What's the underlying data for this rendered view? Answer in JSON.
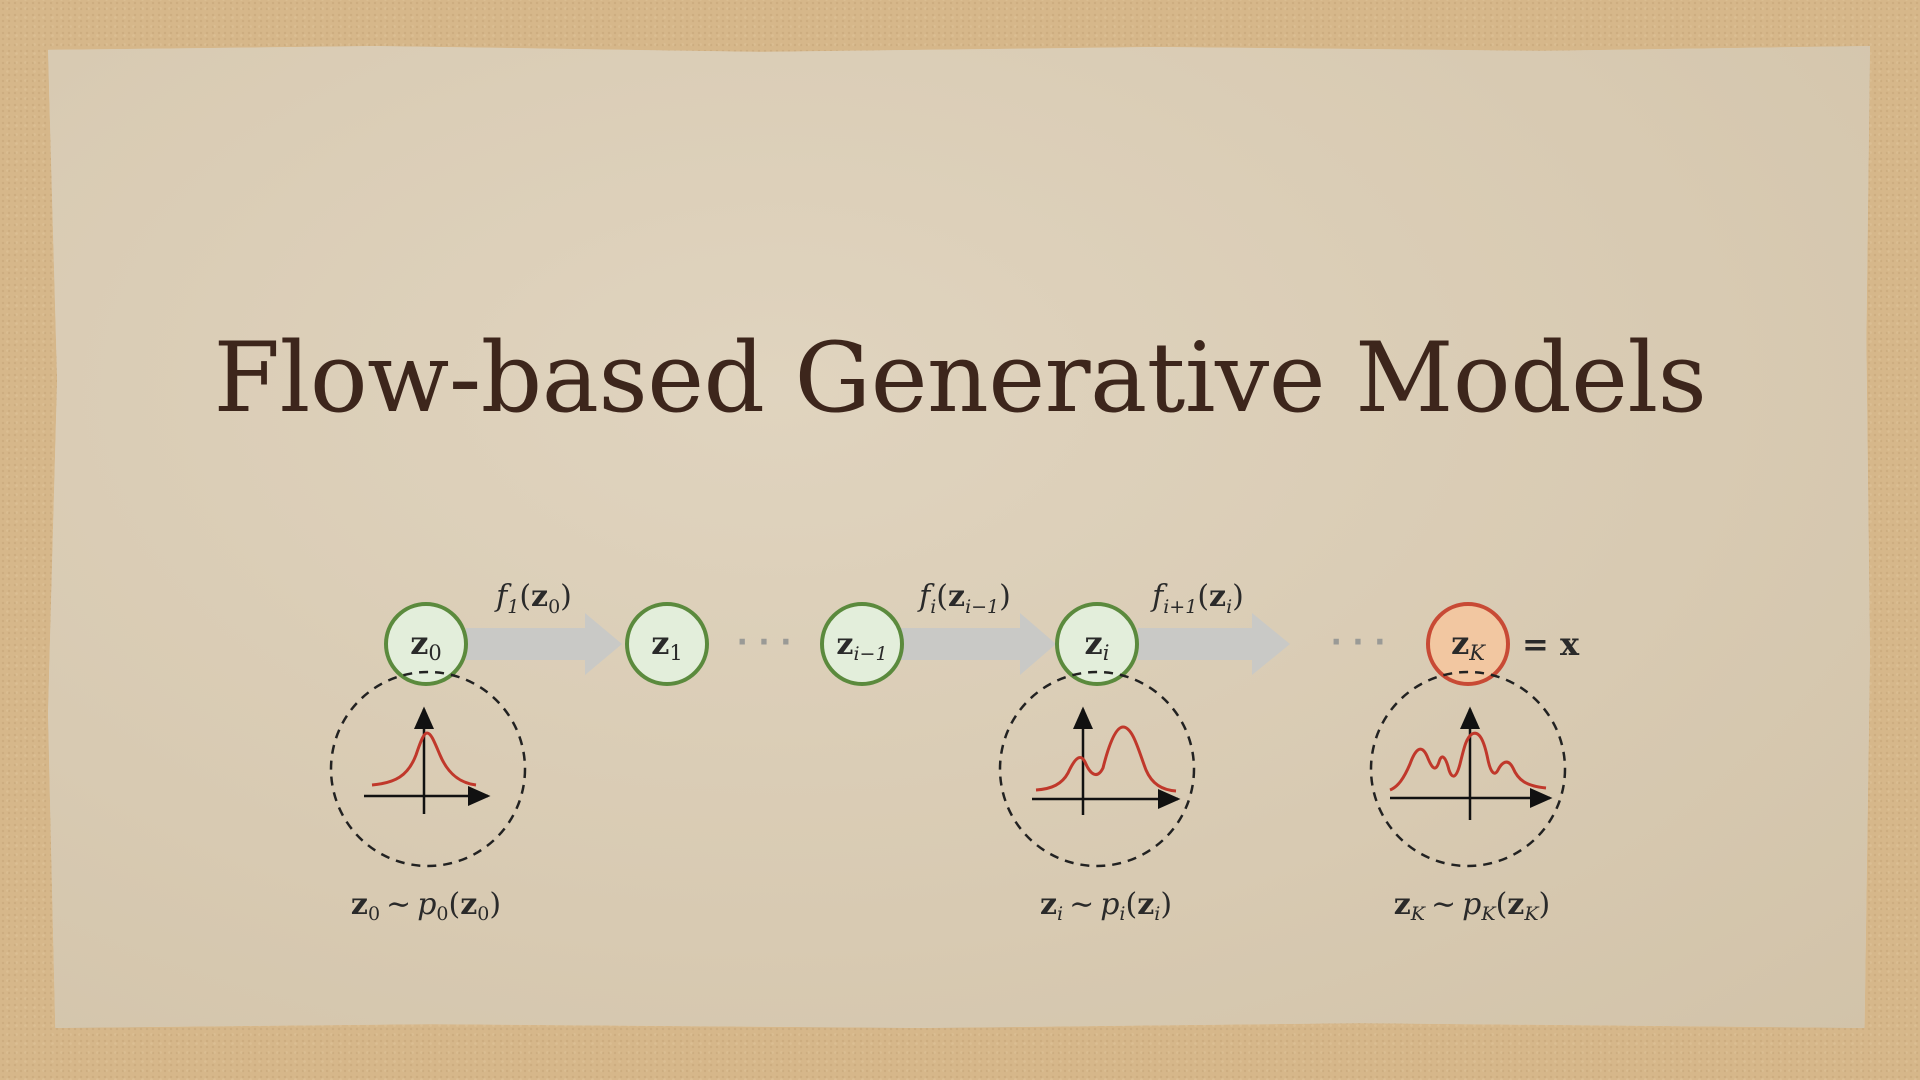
{
  "title": "Flow-based Generative Models",
  "colors": {
    "node_fill": "#e3eedb",
    "node_stroke": "#5b8a3d",
    "final_node_fill": "#f2c7a1",
    "final_node_stroke": "#c84a35",
    "arrow": "#c9c9c6",
    "curve": "#c0382b",
    "text": "#2a2a2a"
  },
  "nodes": [
    {
      "base": "z",
      "sub": "0",
      "final": false
    },
    {
      "base": "z",
      "sub": "1",
      "final": false
    },
    {
      "base": "z",
      "sub": "i−1",
      "final": false
    },
    {
      "base": "z",
      "sub": "i",
      "final": false
    },
    {
      "base": "z",
      "sub": "K",
      "final": true,
      "suffix": "= x"
    }
  ],
  "flows": [
    {
      "f": "f",
      "fsub": "1",
      "arg": "z",
      "argsub": "0"
    },
    {
      "f": "f",
      "fsub": "i",
      "arg": "z",
      "argsub": "i−1"
    },
    {
      "f": "f",
      "fsub": "i+1",
      "arg": "z",
      "argsub": "i"
    }
  ],
  "ellipsis": "· · ·",
  "distributions": [
    {
      "var": "z",
      "vsub": "0",
      "p": "p",
      "psub": "0",
      "shape": "gaussian"
    },
    {
      "var": "z",
      "vsub": "i",
      "p": "p",
      "psub": "i",
      "shape": "bimodal"
    },
    {
      "var": "z",
      "vsub": "K",
      "p": "p",
      "psub": "K",
      "shape": "multimodal"
    }
  ],
  "relation_symbol": "∼"
}
